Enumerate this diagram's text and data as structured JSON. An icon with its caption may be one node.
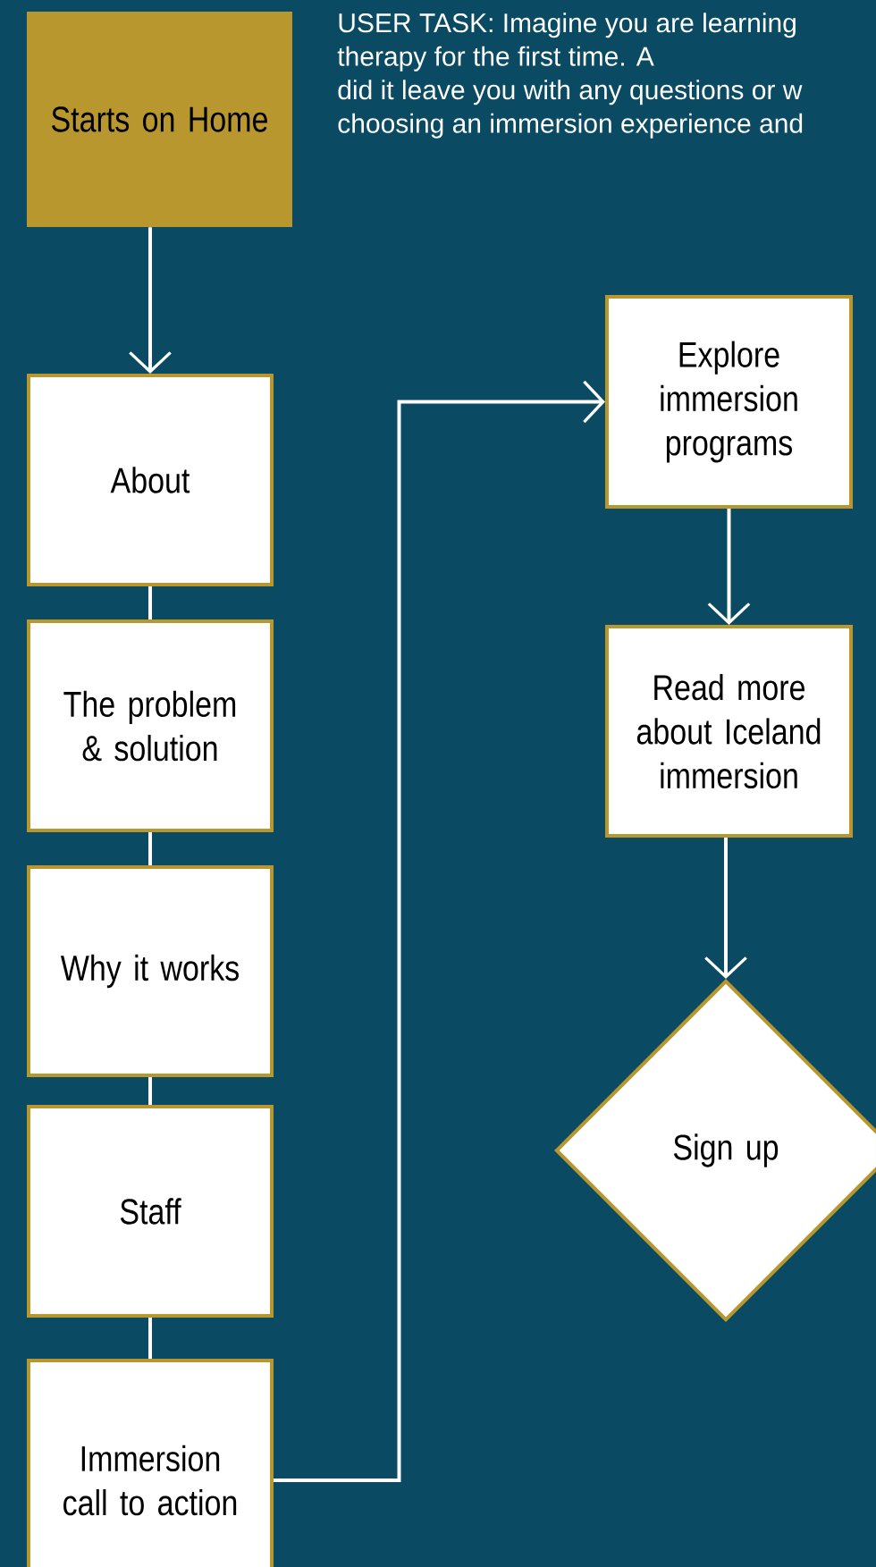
{
  "diagram": {
    "nodes": [
      {
        "text": [
          "Starts on Home"
        ]
      },
      {
        "text": [
          "About"
        ]
      },
      {
        "text": [
          "The problem & solution"
        ]
      },
      {
        "text": [
          "Why it works"
        ]
      },
      {
        "text": [
          "Staff"
        ]
      },
      {
        "text": [
          "Immersion call to action"
        ]
      },
      {
        "text": [
          "Explore immersion programs"
        ]
      },
      {
        "text": [
          "Read more about Iceland immersion"
        ]
      },
      {
        "text": [
          "Sign up"
        ]
      }
    ],
    "edges": [
      {
        "from": 0,
        "to": 1,
        "arrow": "to"
      },
      {
        "from": 1,
        "to": 2,
        "arrow": "none"
      },
      {
        "from": 2,
        "to": 3,
        "arrow": "none"
      },
      {
        "from": 3,
        "to": 4,
        "arrow": "none"
      },
      {
        "from": 4,
        "to": 5,
        "arrow": "none"
      },
      {
        "from": 5,
        "to": 6,
        "arrow": "to"
      },
      {
        "from": 6,
        "to": 7,
        "arrow": "to"
      },
      {
        "from": 7,
        "to": 8,
        "arrow": "to"
      }
    ],
    "labels": [
      "USER TASK:  Imagine you are learning",
      "therapy for the first time.  A",
      "did it leave you with any questions or w",
      "choosing an immersion experience and"
    ]
  }
}
